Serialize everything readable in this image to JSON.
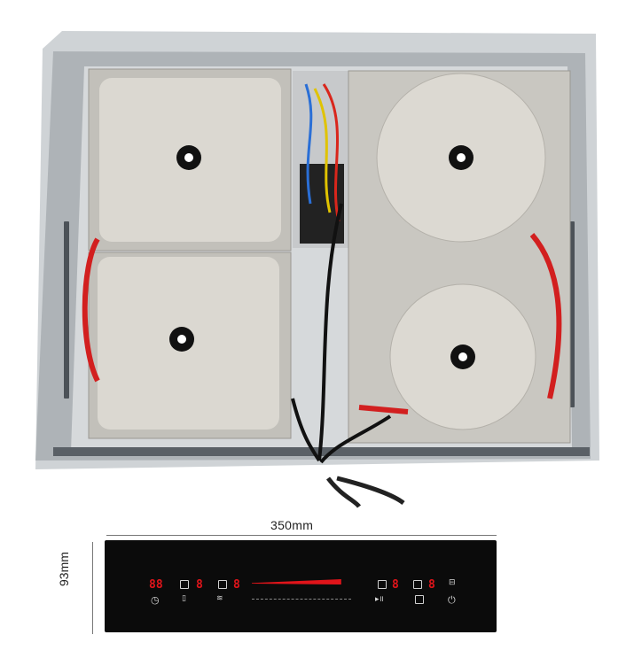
{
  "dimensions": {
    "width": "350mm",
    "height": "93mm"
  },
  "control_panel": {
    "timer_display": "88",
    "zone_displays": [
      "8",
      "8",
      "8",
      "8"
    ],
    "power_level": 0.9,
    "colors": {
      "panel": "#0b0b0b",
      "display": "#e0141a",
      "icon": "#d8d8d8"
    },
    "icons": [
      "clock-icon",
      "zone-front-left-icon",
      "zone-rear-left-icon",
      "keep-warm-icon",
      "play-pause-icon",
      "zone-rear-right-icon",
      "zone-front-right-icon",
      "pause-p-icon",
      "lock-icon",
      "power-icon"
    ]
  }
}
